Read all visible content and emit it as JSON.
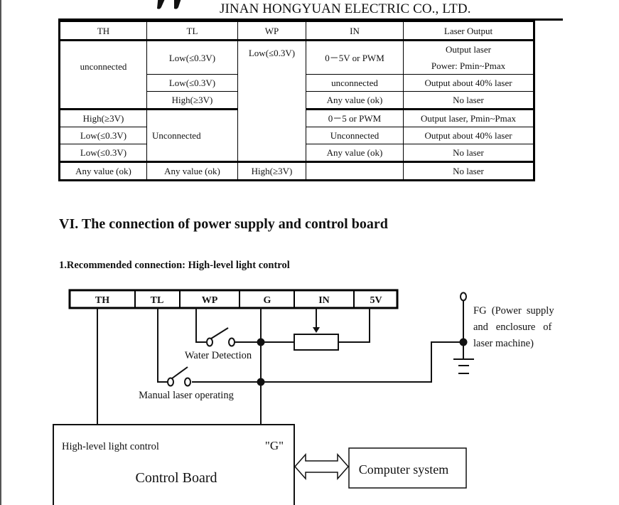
{
  "header": {
    "company": "JINAN HONGYUAN ELECTRIC CO., LTD."
  },
  "table": {
    "columns": [
      "TH",
      "TL",
      "WP",
      "IN",
      "Laser Output"
    ],
    "cells": {
      "th_unconnected": "unconnected",
      "tl_r1": "Low(≤0.3V)",
      "tl_r2": "Low(≤0.3V)",
      "tl_r3": "High(≥3V)",
      "wp_merged": "Low(≤0.3V)",
      "in_r1": "0－5V or PWM",
      "in_r2": "unconnected",
      "in_r3": "Any value (ok)",
      "out_r1_line1": "Output laser",
      "out_r1_line2": "Power: Pmin~Pmax",
      "out_r2": "Output about 40% laser",
      "out_r3": "No laser",
      "th_r4": "High(≥3V)",
      "th_r5": "Low(≤0.3V)",
      "th_r6": "Low(≤0.3V)",
      "tl_unconnected": "Unconnected",
      "in_r4": "0－5 or PWM",
      "in_r5": "Unconnected",
      "in_r6": "Any value (ok)",
      "out_r4": "Output laser, Pmin~Pmax",
      "out_r5": "Output about 40% laser",
      "out_r6": "No laser",
      "th_r7": "Any value (ok)",
      "tl_r7": "Any value (ok)",
      "wp_r7": "High(≥3V)",
      "in_r7": "",
      "out_r7": "No laser"
    }
  },
  "section": {
    "title": "VI. The connection of power supply and control board",
    "subtitle": "1.Recommended connection: High-level light control"
  },
  "diagram": {
    "terminals": [
      "TH",
      "TL",
      "WP",
      "G",
      "IN",
      "5V"
    ],
    "water_detection_label": "Water Detection",
    "manual_label": "Manual laser operating",
    "fg_label_lines": [
      "FG  (Power  supply",
      "and   enclosure   of",
      "laser machine)"
    ],
    "control_board": {
      "mode_label": "High-level light control",
      "g_label": "\"G\"",
      "title": "Control Board"
    },
    "computer_label": "Computer system"
  }
}
